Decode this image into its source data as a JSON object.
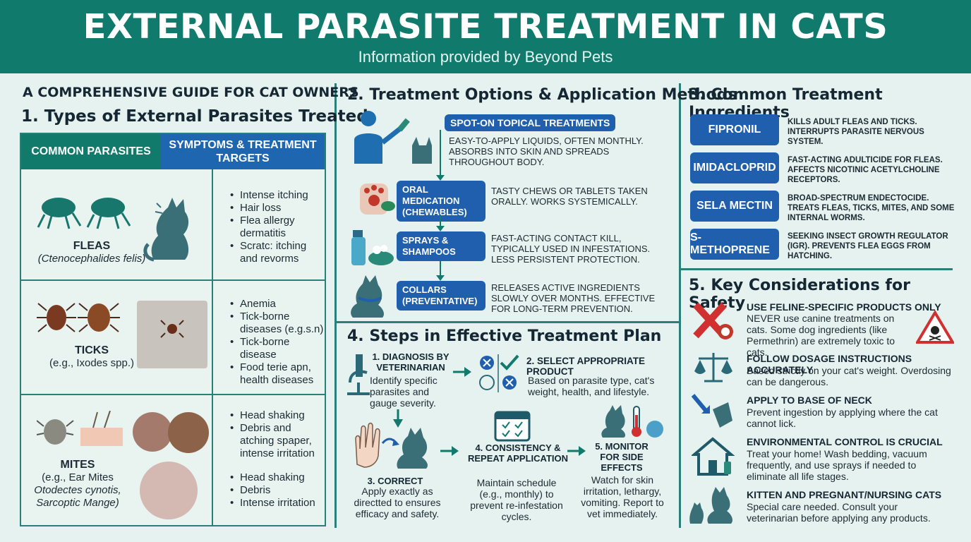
{
  "header": {
    "title": "EXTERNAL PARASITE TREATMENT IN CATS",
    "subtitle": "Information provided by Beyond Pets"
  },
  "intro": "A COMPREHENSIVE GUIDE FOR CAT OWNERS",
  "section1": {
    "title": "1. Types of External Parasites Treated",
    "col1": "COMMON PARASITES",
    "col2": "SYMPTOMS & TREATMENT TARGETS",
    "fleas": {
      "name": "FLEAS",
      "sci": "(Ctenocephalides felis)",
      "sym": [
        "Intense itching",
        "Hair loss",
        "Flea allergy dermatitis",
        "Scratc: itching and revorms"
      ]
    },
    "ticks": {
      "name": "TICKS",
      "sci": "(e.g., Ixodes spp.)",
      "sym": [
        "Anemia",
        "Tick-borne diseases (e.g.s.n)",
        "Tick-borne disease",
        "Food terie apn, health diseases"
      ]
    },
    "mites": {
      "name": "MITES",
      "sci1": "(e.g., Ear Mites",
      "sci2": "Otodectes cynotis,",
      "sci3": "Sarcoptic Mange)",
      "sym": [
        "Head shaking",
        "Debris and atching spaper, intense irritation",
        "Head shaking",
        "Debris",
        "Intense irritation"
      ]
    }
  },
  "section2": {
    "title": "2. Treatment Options & Application Methods",
    "items": [
      {
        "label": "SPOT-ON TOPICAL TREATMENTS",
        "desc": "Easy-to-apply liquids, often monthly. Absorbs into skin and spreads throughout body."
      },
      {
        "label": "ORAL MEDICATION (CHEWABLES)",
        "desc": "Tasty chews or tablets taken orally. Works systemically."
      },
      {
        "label": "SPRAYS & SHAMPOOS",
        "desc": "Fast-acting contact kill, typically used in infestations. Less persistent protection."
      },
      {
        "label": "COLLARS (PREVENTATIVE)",
        "desc": "Releases active ingredients slowly over months. Effective for long-term prevention."
      }
    ]
  },
  "section3": {
    "title": "3. Common Treatment Ingredients",
    "items": [
      {
        "name": "FIPRONIL",
        "desc": "KILLS ADULT FLEAS AND TICKS. INTERRUPTS PARASITE NERVOUS SYSTEM."
      },
      {
        "name": "IMIDACLOPRID",
        "desc": "FAST-ACTING ADULTICIDE FOR FLEAS. AFFECTS NICOTINIC ACETYLCHOLINE RECEPTORS."
      },
      {
        "name": "SELA MECTIN",
        "desc": "BROAD-SPECTRUM ENDECTOCIDE. TREATS FLEAS, TICKS, MITES, AND SOME INTERNAL WORMS."
      },
      {
        "name": "S-METHOPRENE",
        "desc": "SEEKING INSECT GROWTH REGULATOR (IGR). PREVENTS FLEA EGGS FROM HATCHING."
      }
    ]
  },
  "section4": {
    "title": "4. Steps in Effective Treatment Plan",
    "s1t": "1. DIAGNOSIS BY VETERINARIAN",
    "s1d": "Identify specific parasites and gauge severity.",
    "s2t": "2. SELECT APPROPRIATE PRODUCT",
    "s2d": "Based on parasite type, cat's weight, health, and lifestyle.",
    "s3t": "3. CORRECT",
    "s3d": "Apply exactly as directted to ensures efficacy and safety.",
    "s4t": "4. CONSISTENCY & REPEAT APPLICATION",
    "s4d": "Maintain schedule (e.g., monthly) to prevent re-infestation cycles.",
    "s5t": "5. MONITOR FOR SIDE EFFECTS",
    "s5d": "Watch for skin irritation, lethargy, vomiting. Report to vet immediately."
  },
  "section5": {
    "title": "5. Key Considerations for Safety",
    "items": [
      {
        "t": "USE FELINE-SPECIFIC PRODUCTS ONLY",
        "d": "NEVER use canine treatments on cats. Some dog ingredients (like Permethrin) are extremely toxic to cats."
      },
      {
        "t": "FOLLOW DOSAGE INSTRUCTIONS ACCURATELY",
        "d": "Based strictly on your cat's weight. Overdosing can be dangerous."
      },
      {
        "t": "APPLY TO BASE OF NECK",
        "d": "Prevent ingestion by applying where the cat cannot lick."
      },
      {
        "t": "ENVIRONMENTAL CONTROL IS CRUCIAL",
        "d": "Treat your home! Wash bedding, vacuum frequently, and use sprays if needed to eliminate all life stages."
      },
      {
        "t": "KITTEN AND PREGNANT/NURSING CATS",
        "d": "Special care needed. Consult your veterinarian before applying any products."
      }
    ]
  },
  "colors": {
    "teal": "#107a6c",
    "blue": "#1f5fae",
    "bg": "#e6f2ef"
  }
}
